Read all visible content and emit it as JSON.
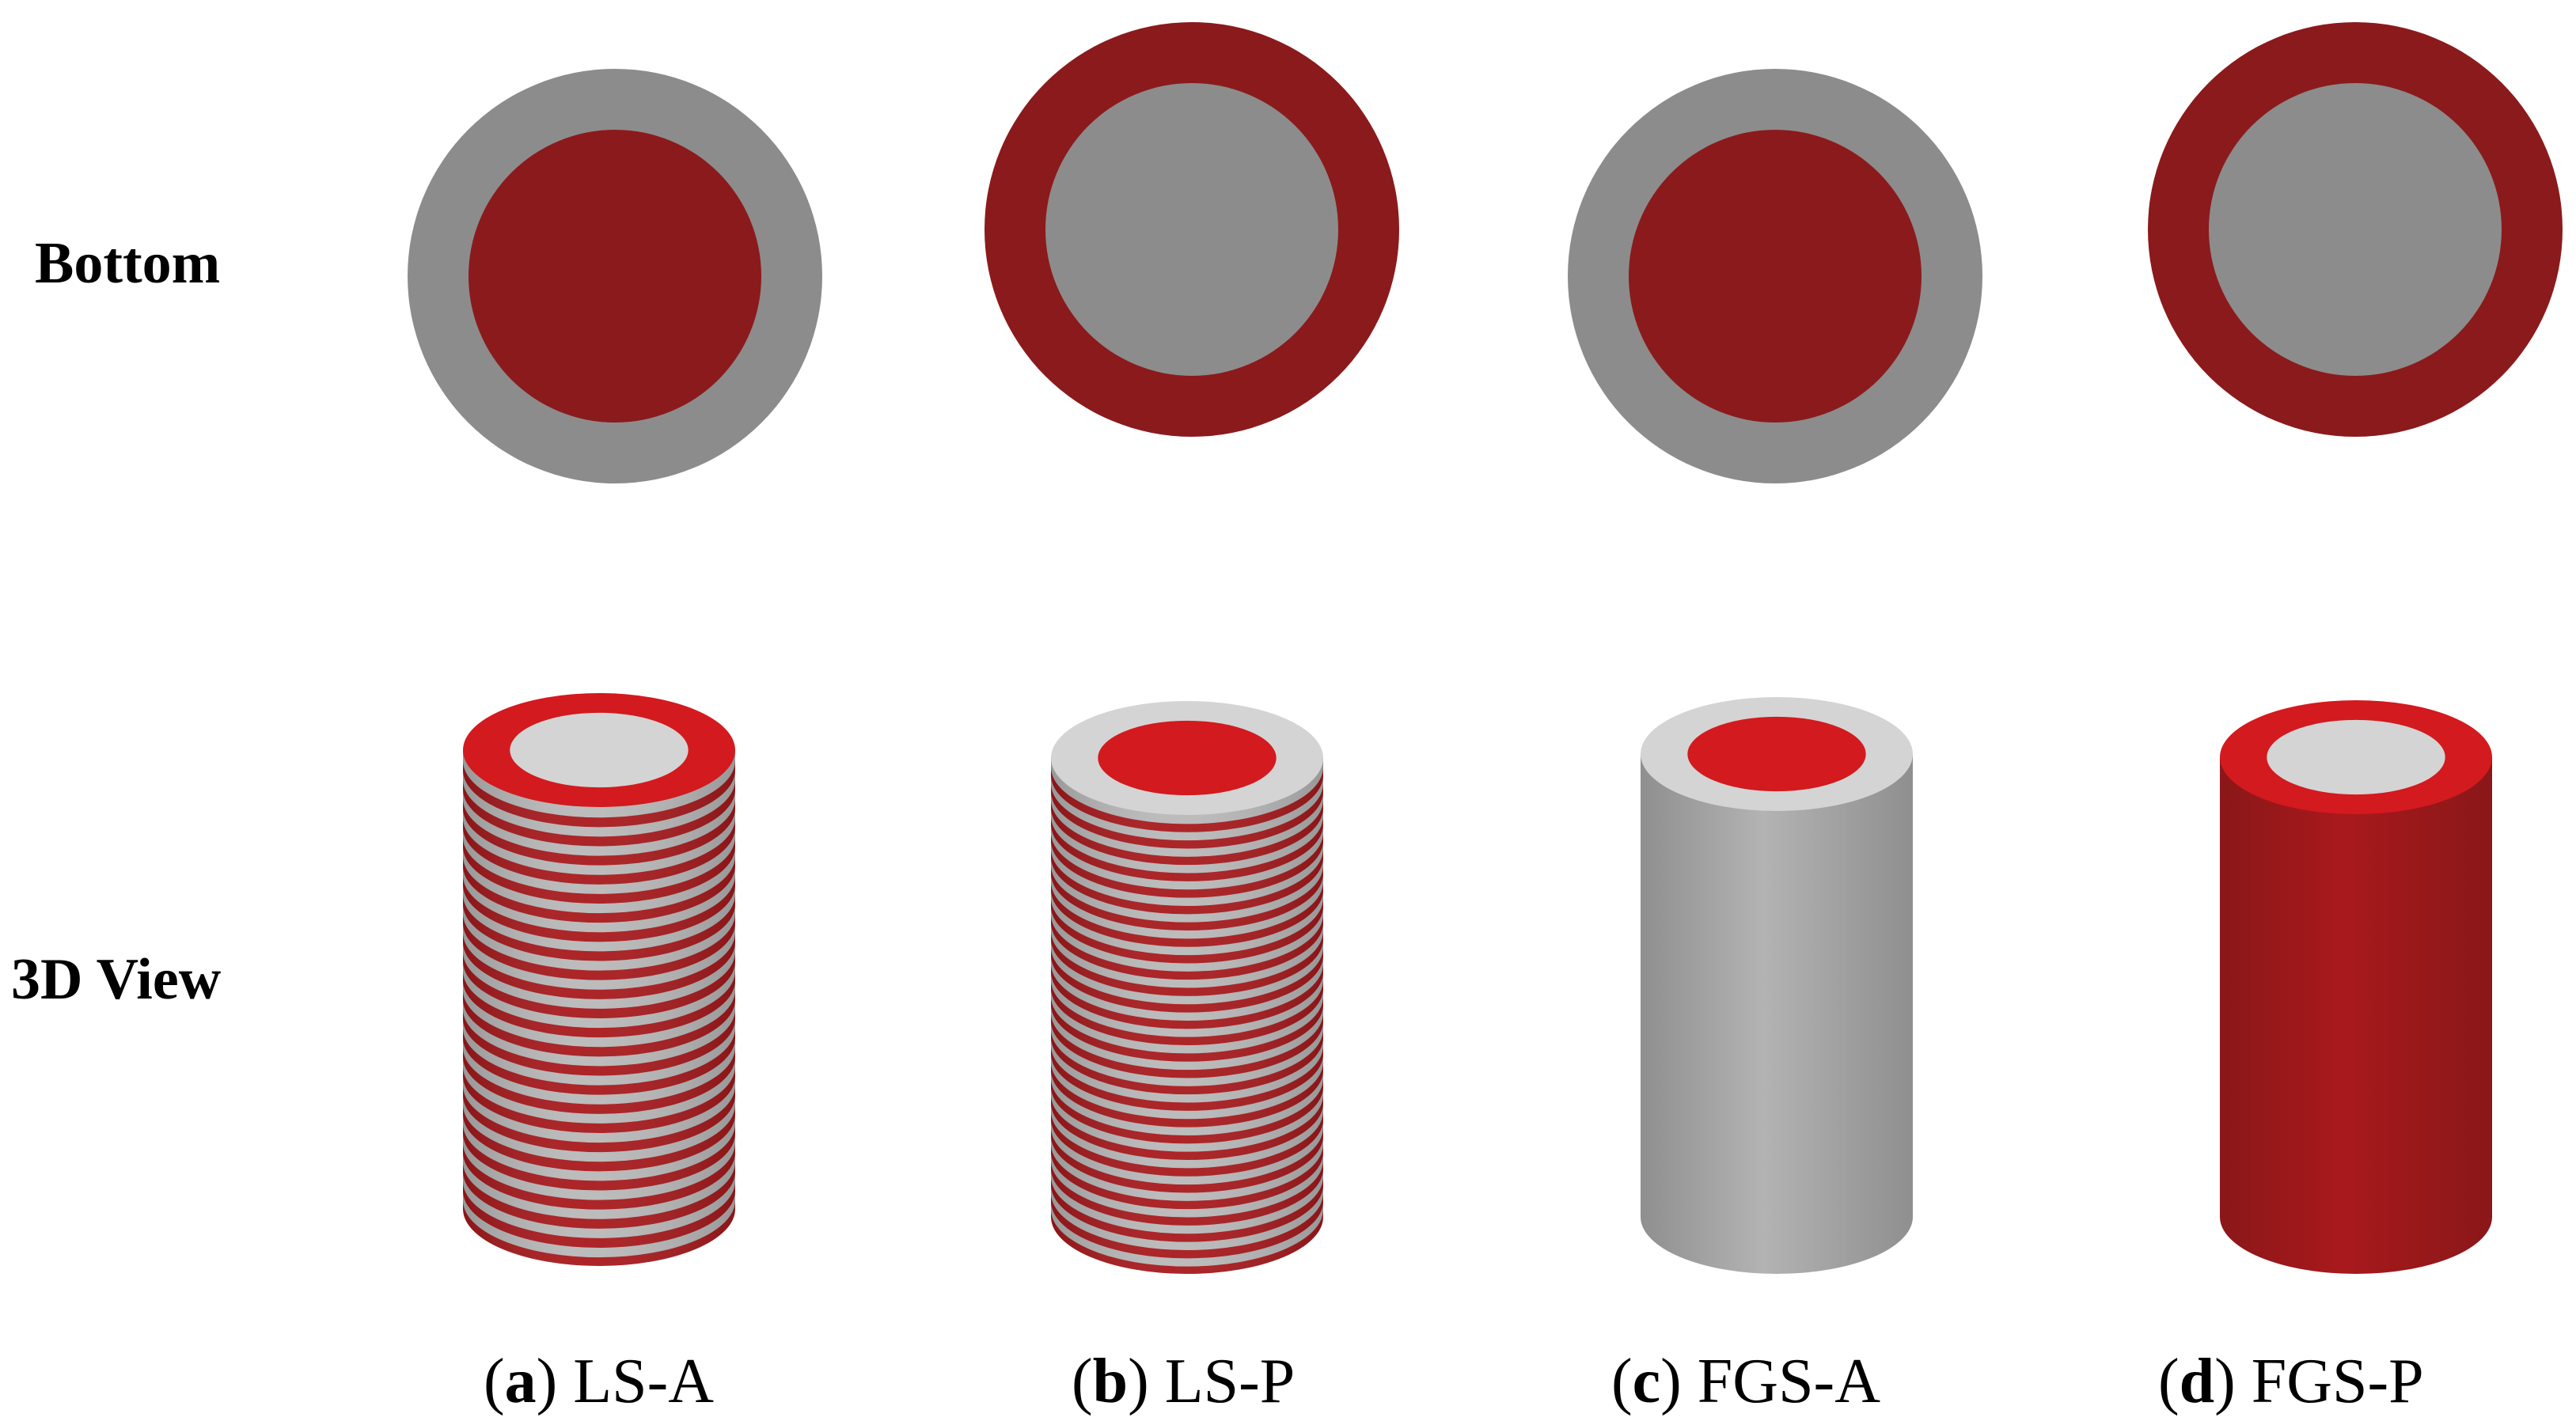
{
  "row_labels": {
    "bottom": "Bottom",
    "three_d": "3D View"
  },
  "colors": {
    "gray_dark": "#8c8c8c",
    "gray_light": "#d4d4d4",
    "gray_side_dark": "#8f8f8f",
    "gray_side_mid": "#b3b3b3",
    "red_dark": "#8b1a1c",
    "red_bright": "#d31a1e",
    "red_side_dark": "#8a1719",
    "red_side_mid": "#a8191c",
    "stripe_red": "#a8191c",
    "stripe_gray": "#b9b9b9"
  },
  "specimens": [
    {
      "id": "a",
      "letter": "a",
      "name": "LS-A",
      "bottom": {
        "outer": "gray",
        "inner": "red"
      },
      "top": {
        "outer": "red",
        "inner": "gray"
      },
      "side": "striped",
      "stripe_count": 24
    },
    {
      "id": "b",
      "letter": "b",
      "name": "LS-P",
      "bottom": {
        "outer": "red",
        "inner": "gray"
      },
      "top": {
        "outer": "gray",
        "inner": "red"
      },
      "side": "striped",
      "stripe_count": 28
    },
    {
      "id": "c",
      "letter": "c",
      "name": "FGS-A",
      "bottom": {
        "outer": "gray",
        "inner": "red"
      },
      "top": {
        "outer": "gray",
        "inner": "red"
      },
      "side": "gray"
    },
    {
      "id": "d",
      "letter": "d",
      "name": "FGS-P",
      "bottom": {
        "outer": "red",
        "inner": "gray"
      },
      "top": {
        "outer": "red",
        "inner": "gray"
      },
      "side": "red"
    }
  ]
}
